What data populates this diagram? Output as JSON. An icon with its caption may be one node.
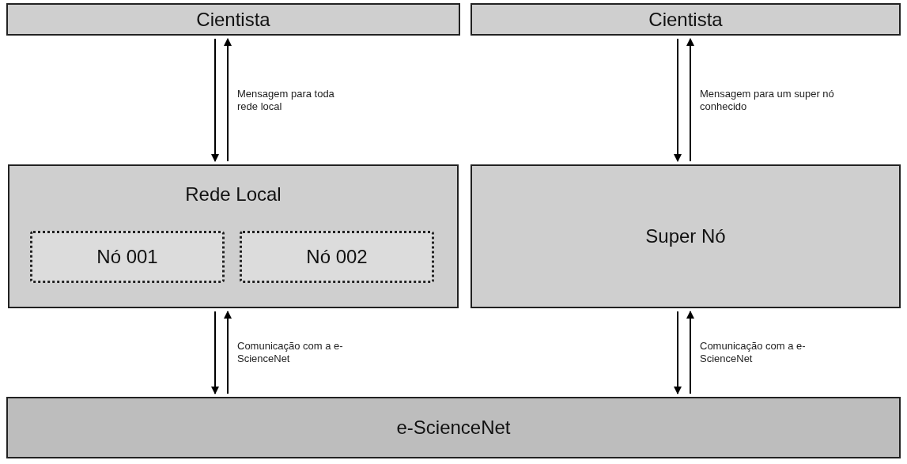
{
  "diagram": {
    "nodes": [
      {
        "text": [
          "Cientista"
        ]
      },
      {
        "text": [
          "Cientista"
        ]
      },
      {
        "text": [
          "Rede Local"
        ]
      },
      {
        "text": [
          "Nó 001"
        ],
        "in": 2
      },
      {
        "text": [
          "Nó 002"
        ],
        "in": 2
      },
      {
        "text": [
          "Super Nó"
        ]
      },
      {
        "text": [
          "e-ScienceNet"
        ]
      }
    ],
    "edges": [
      {
        "from": 0,
        "to": 2,
        "arrow": "to"
      },
      {
        "from": 2,
        "to": 0,
        "arrow": "to",
        "label": "Mensagem para toda rede local"
      },
      {
        "from": 1,
        "to": 5,
        "arrow": "to"
      },
      {
        "from": 5,
        "to": 1,
        "arrow": "to",
        "label": "Mensagem para um super nó conhecido"
      },
      {
        "from": 2,
        "to": 6,
        "arrow": "to"
      },
      {
        "from": 6,
        "to": 2,
        "arrow": "to",
        "label": "Comunicação com a e-ScienceNet"
      },
      {
        "from": 5,
        "to": 6,
        "arrow": "to"
      },
      {
        "from": 6,
        "to": 5,
        "arrow": "to",
        "label": "Comunicação com a e-ScienceNet"
      }
    ]
  }
}
